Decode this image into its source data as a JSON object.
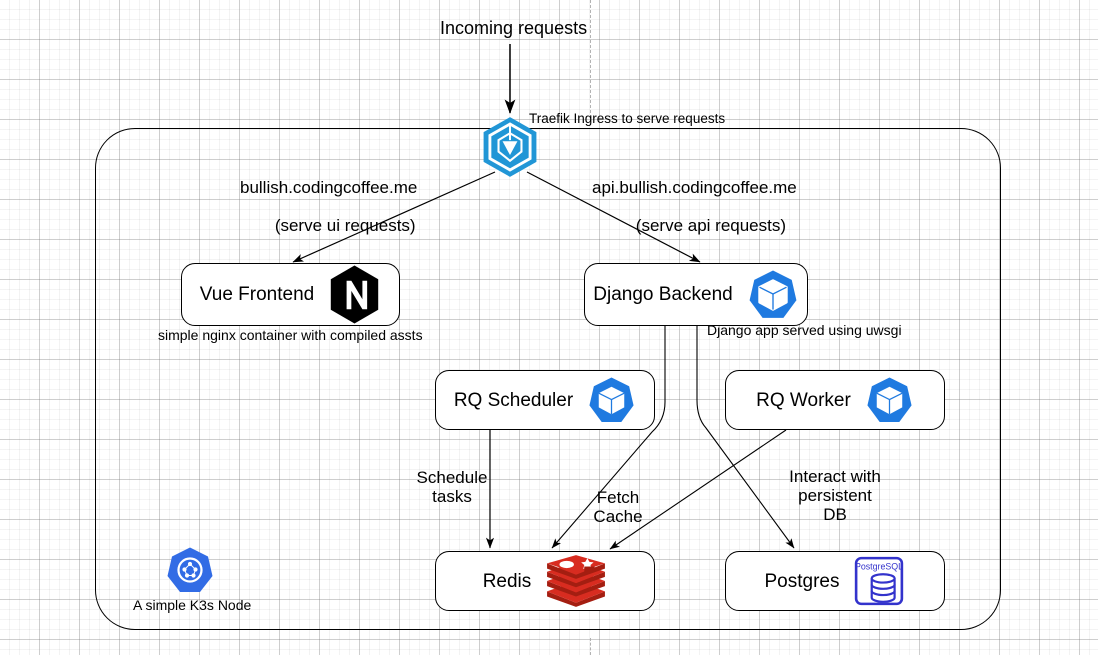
{
  "diagram": {
    "title_text": "Incoming requests",
    "ingress_note": "Traefik Ingress to serve requests",
    "cluster_caption": "A simple K3s Node",
    "edge_labels": {
      "ui_domain": "bullish.codingcoffee.me",
      "ui_domain_sub": "(serve ui requests)",
      "api_domain": "api.bullish.codingcoffee.me",
      "api_domain_sub": "(serve api requests)",
      "frontend_note": "simple nginx container with compiled assts",
      "backend_note": "Django app served using uwsgi",
      "schedule_tasks": "Schedule\ntasks",
      "fetch_cache": "Fetch\nCache",
      "persistent_db": "Interact with\npersistent\nDB"
    },
    "nodes": [
      {
        "id": "frontend",
        "label": "Vue Frontend",
        "icon": "nginx-icon"
      },
      {
        "id": "backend",
        "label": "Django Backend",
        "icon": "kubernetes-pod-icon"
      },
      {
        "id": "scheduler",
        "label": "RQ Scheduler",
        "icon": "kubernetes-pod-icon"
      },
      {
        "id": "worker",
        "label": "RQ Worker",
        "icon": "kubernetes-pod-icon"
      },
      {
        "id": "redis",
        "label": "Redis",
        "icon": "redis-icon"
      },
      {
        "id": "postgres",
        "label": "Postgres",
        "icon": "postgresql-icon"
      }
    ],
    "icons": {
      "ingress": "traefik-icon",
      "cluster": "k3s-icon"
    },
    "postgres_icon_text": "PostgreSQL",
    "colors": {
      "traefik_blue": "#2196d6",
      "kubernetes_blue": "#326ce5",
      "pod_blue": "#1f7ae0",
      "redis_red": "#a41e11",
      "redis_red_light": "#d82c20",
      "nginx_black": "#000000",
      "postgres_blue": "#3333cc",
      "stroke": "#000000",
      "grid": "#e6e6e6"
    }
  }
}
